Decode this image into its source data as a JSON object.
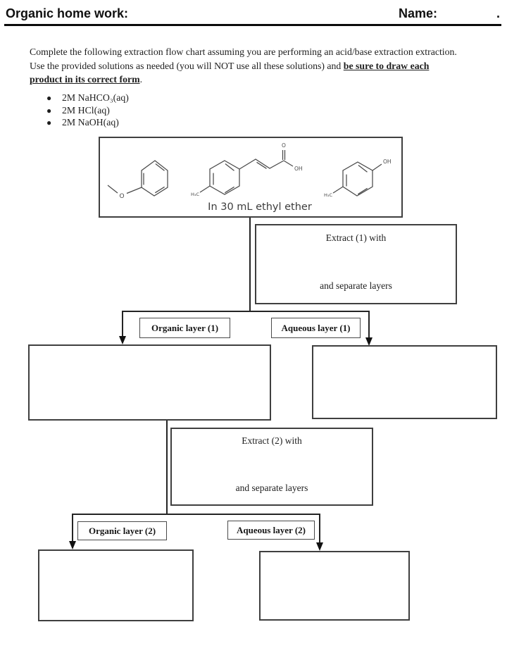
{
  "header": {
    "title": "Organic home work:",
    "name_label": "Name:",
    "name_suffix": "."
  },
  "instructions": {
    "text_before": "Complete the following extraction flow chart assuming you are performing an acid/base extraction extraction. Use the provided solutions as needed (you will NOT use all these solutions) and ",
    "emphasized": "be sure to draw each product in its correct form",
    "after": "."
  },
  "solutions": [
    "2M NaHCO₃(aq)",
    "2M HCl(aq)",
    "2M NaOH(aq)"
  ],
  "mixture_box": {
    "caption": "In 30 mL ethyl ether",
    "molecules": [
      {
        "name": "anisole",
        "o_label": "O"
      },
      {
        "name": "4-methylcinnamic-acid",
        "h3c_label": "H₃C",
        "o_label": "O",
        "oh_label": "OH"
      },
      {
        "name": "p-cresol",
        "h3c_label": "H₃C",
        "oh_label": "OH"
      }
    ]
  },
  "flowchart": {
    "extract1_title": "Extract (1) with",
    "extract1_sub": "and separate layers",
    "organic1": "Organic layer (1)",
    "aqueous1": "Aqueous layer (1)",
    "extract2_title": "Extract (2) with",
    "extract2_sub": "and separate layers",
    "organic2": "Organic layer (2)",
    "aqueous2": "Aqueous layer (2)"
  }
}
